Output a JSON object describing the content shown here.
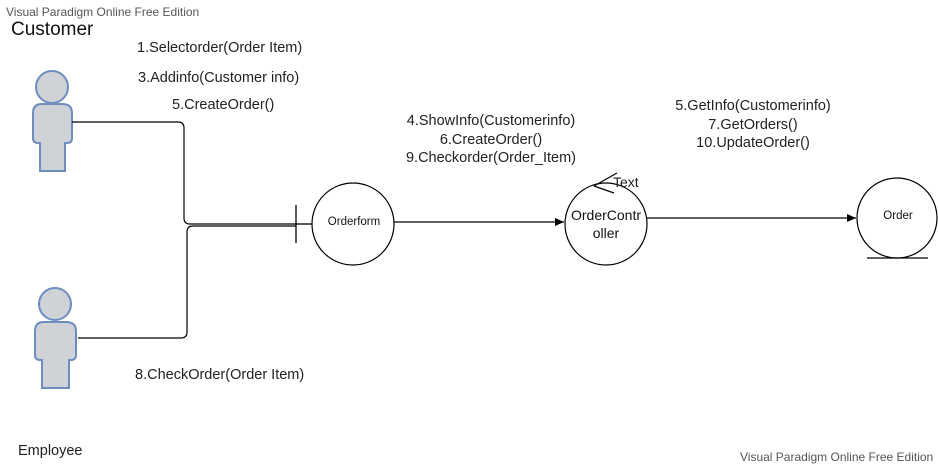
{
  "watermark": {
    "top": "Visual Paradigm Online Free Edition",
    "bottom": "Visual Paradigm Online Free Edition"
  },
  "actors": {
    "customer": {
      "label": "Customer",
      "icon": "actor-icon"
    },
    "employee": {
      "label": "Employee",
      "icon": "actor-icon"
    }
  },
  "objects": {
    "orderform": {
      "label": "Orderform",
      "type": "boundary"
    },
    "controller": {
      "label_line1": "OrderContr",
      "label_line2": "oller",
      "type": "control",
      "note": "Text"
    },
    "order": {
      "label": "Order",
      "type": "entity"
    }
  },
  "messages": {
    "customer_to_form": [
      "1.Selectorder(Order Item)",
      "3.Addinfo(Customer info)",
      "5.CreateOrder()"
    ],
    "form_to_controller": [
      "4.ShowInfo(Customerinfo)",
      "6.CreateOrder()",
      "9.Checkorder(Order_Item)"
    ],
    "controller_to_order": [
      "5.GetInfo(Customerinfo)",
      "7.GetOrders()",
      "10.UpdateOrder()"
    ],
    "employee_to_form": [
      "8.CheckOrder(Order Item)"
    ]
  },
  "colors": {
    "actor_fill": "#cfd3d8",
    "actor_stroke": "#6c8ebf",
    "line": "#000000"
  }
}
